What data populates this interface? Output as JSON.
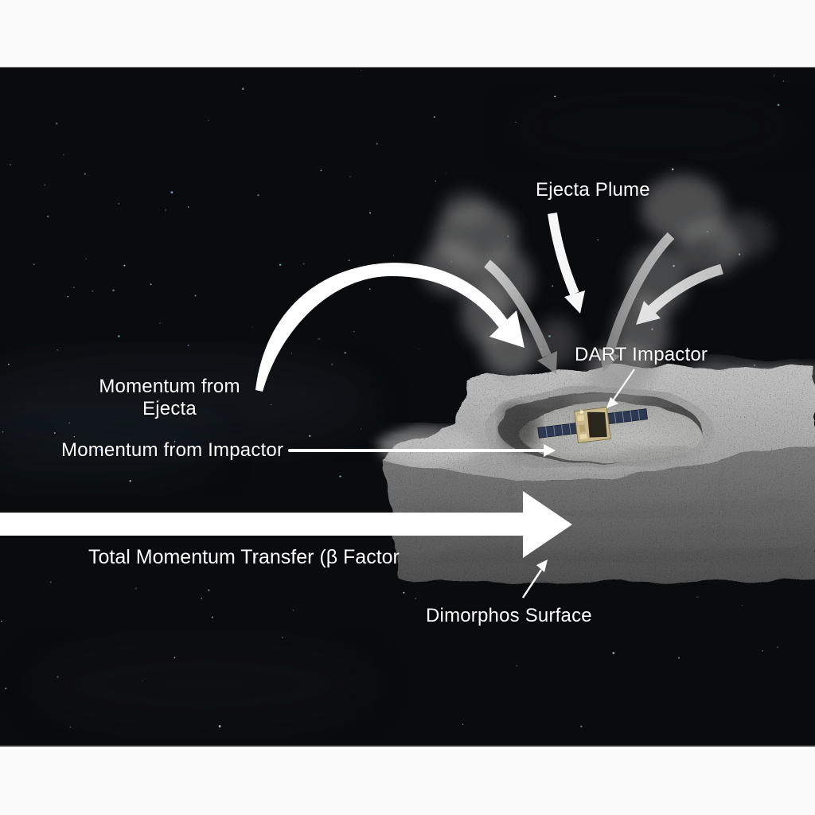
{
  "diagram": {
    "title_context": "DART impact momentum transfer diagram",
    "labels": {
      "ejecta_plume": "Ejecta Plume",
      "dart_impactor": "DART Impactor",
      "momentum_from_ejecta_line1": "Momentum from",
      "momentum_from_ejecta_line2": "Ejecta",
      "momentum_from_impactor": "Momentum from Impactor",
      "total_momentum_transfer": "Total Momentum Transfer (β Factor",
      "dimorphos_surface": "Dimorphos Surface"
    },
    "colors": {
      "space_background": "#0a0b0d",
      "white_band": "#fbfbfb",
      "label_text": "#ffffff",
      "arrow_white": "#ffffff",
      "arrow_gray": "#9a9a9a",
      "asteroid_surface": "#a8a8a8",
      "asteroid_cliff": "#636363",
      "crater_shadow": "#4a4a4a",
      "smoke": "#909090",
      "spacecraft_bus": "#c9b98c",
      "spacecraft_panel": "#2e3850"
    }
  }
}
